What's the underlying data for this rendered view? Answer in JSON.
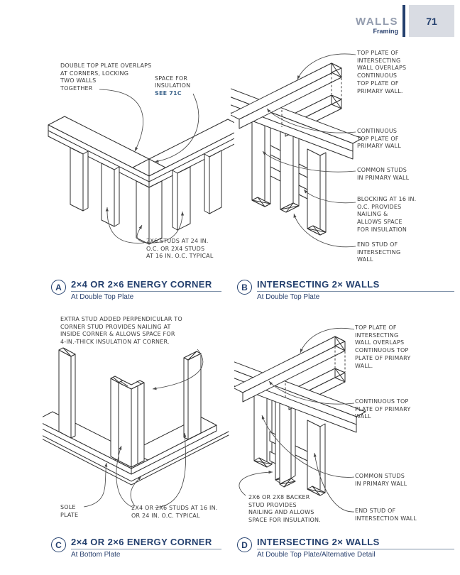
{
  "colors": {
    "navy": "#24406e",
    "underline": "#7e90a8",
    "header_gray": "#939cae",
    "page_box_bg": "#d9dce3",
    "link_blue": "#42688e",
    "ink": "#3a3a3a"
  },
  "header": {
    "section": "WALLS",
    "subsection": "Framing",
    "page_number": "71"
  },
  "panels": [
    {
      "letter": "A",
      "title": "2×4 OR 2×6 ENERGY CORNER",
      "subtitle": "At Double Top Plate",
      "annotations": [
        {
          "text": "DOUBLE TOP PLATE OVERLAPS\nAT CORNERS, LOCKING\nTWO WALLS\nTOGETHER"
        },
        {
          "text": "SPACE FOR\nINSULATION",
          "ref": "SEE 71C"
        },
        {
          "text": "2X6 STUDS AT 24 IN.\nO.C. OR 2X4 STUDS\nAT 16 IN. O.C. TYPICAL"
        }
      ]
    },
    {
      "letter": "B",
      "title": "INTERSECTING 2× WALLS",
      "subtitle": "At Double Top Plate",
      "annotations": [
        {
          "text": "TOP PLATE OF\nINTERSECTING\nWALL OVERLAPS\nCONTINUOUS\nTOP PLATE OF\nPRIMARY WALL."
        },
        {
          "text": "CONTINUOUS\nTOP PLATE OF\nPRIMARY WALL"
        },
        {
          "text": "COMMON STUDS\nIN PRIMARY WALL"
        },
        {
          "text": "BLOCKING AT 16 IN.\nO.C. PROVIDES\nNAILING &\nALLOWS SPACE\nFOR INSULATION"
        },
        {
          "text": "END STUD OF\nINTERSECTING\nWALL"
        }
      ]
    },
    {
      "letter": "C",
      "title": "2×4 OR 2×6 ENERGY CORNER",
      "subtitle": "At Bottom Plate",
      "annotations": [
        {
          "text": "EXTRA STUD ADDED PERPENDICULAR TO\nCORNER STUD PROVIDES NAILING AT\nINSIDE CORNER & ALLOWS SPACE FOR\n4-IN.-THICK INSULATION AT CORNER."
        },
        {
          "text": "SOLE\nPLATE"
        },
        {
          "text": "2X4 OR 2X6 STUDS AT 16 IN.\nOR 24 IN. O.C. TYPICAL"
        }
      ]
    },
    {
      "letter": "D",
      "title": "INTERSECTING 2× WALLS",
      "subtitle": "At Double Top Plate/Alternative Detail",
      "annotations": [
        {
          "text": "TOP PLATE OF\nINTERSECTING\nWALL OVERLAPS\nCONTINUOUS TOP\nPLATE OF PRIMARY\nWALL."
        },
        {
          "text": "CONTINUOUS TOP\nPLATE OF PRIMARY\nWALL"
        },
        {
          "text": "COMMON STUDS\nIN PRIMARY WALL"
        },
        {
          "text": "END STUD OF\nINTERSECTION WALL"
        },
        {
          "text": "2X6 OR 2X8 BACKER\nSTUD PROVIDES\nNAILING AND ALLOWS\nSPACE FOR INSULATION."
        }
      ]
    }
  ]
}
